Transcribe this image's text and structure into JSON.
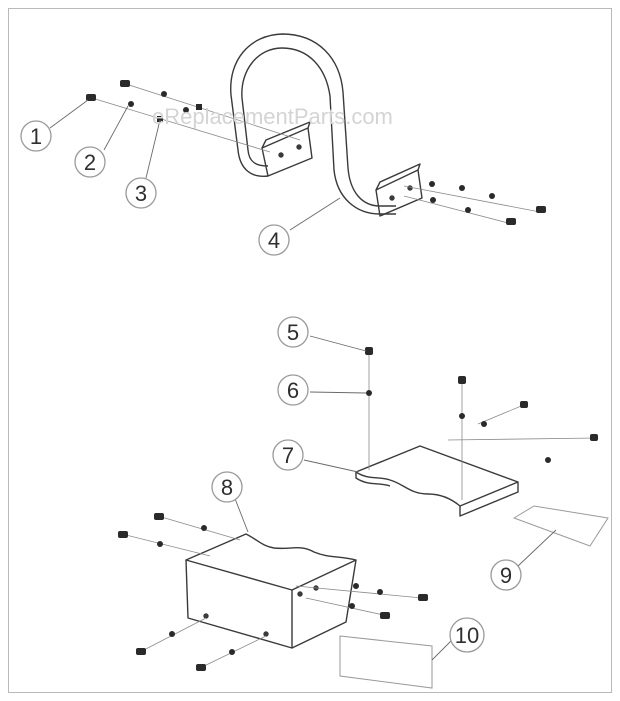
{
  "watermark": "eReplacementParts.com",
  "callouts": [
    {
      "id": "c1",
      "label": "1"
    },
    {
      "id": "c2",
      "label": "2"
    },
    {
      "id": "c3",
      "label": "3"
    },
    {
      "id": "c4",
      "label": "4"
    },
    {
      "id": "c5",
      "label": "5"
    },
    {
      "id": "c6",
      "label": "6"
    },
    {
      "id": "c7",
      "label": "7"
    },
    {
      "id": "c8",
      "label": "8"
    },
    {
      "id": "c9",
      "label": "9"
    },
    {
      "id": "c10",
      "label": "10"
    }
  ],
  "colors": {
    "line": "#3a3a3a",
    "callout_circle": "#9a9a9a",
    "hardware": "#2a2a2a",
    "watermark": "#d4d4d4"
  }
}
